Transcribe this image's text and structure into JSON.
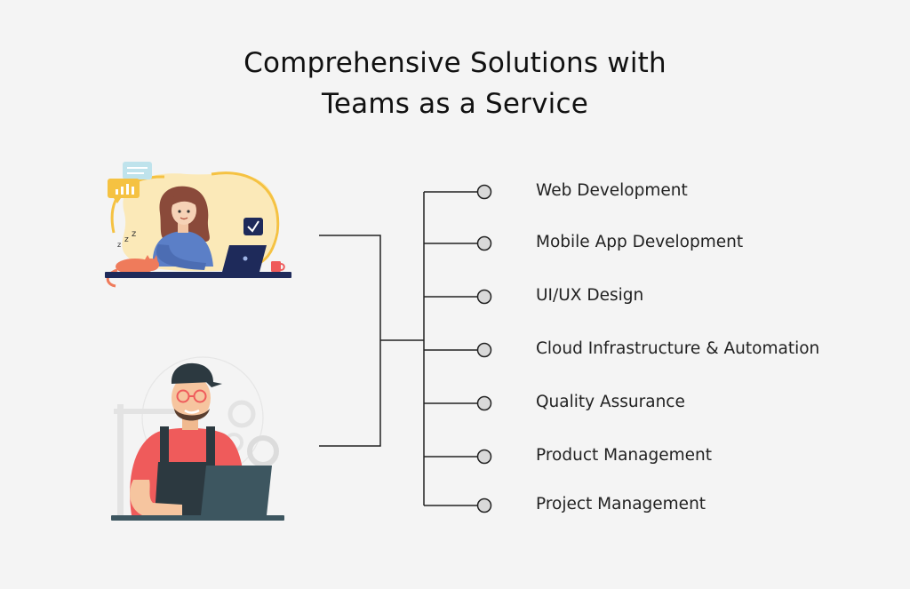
{
  "title": {
    "line1": "Comprehensive Solutions with",
    "line2": "Teams as a Service"
  },
  "services": [
    "Web Development",
    "Mobile App Development",
    "UI/UX Design",
    "Cloud Infrastructure & Automation",
    "Quality Assurance",
    "Product Management",
    "Project Management"
  ],
  "colors": {
    "background": "#f4f4f4",
    "connector": "#222222",
    "node_fill": "#d9d9d9",
    "accent_yellow": "#f5c242",
    "accent_red": "#ef5b5b",
    "laptop_navy": "#1e2a5a",
    "laptop_slate": "#3d5660"
  },
  "illustrations": [
    "woman-with-laptop-illustration",
    "man-with-laptop-illustration"
  ]
}
